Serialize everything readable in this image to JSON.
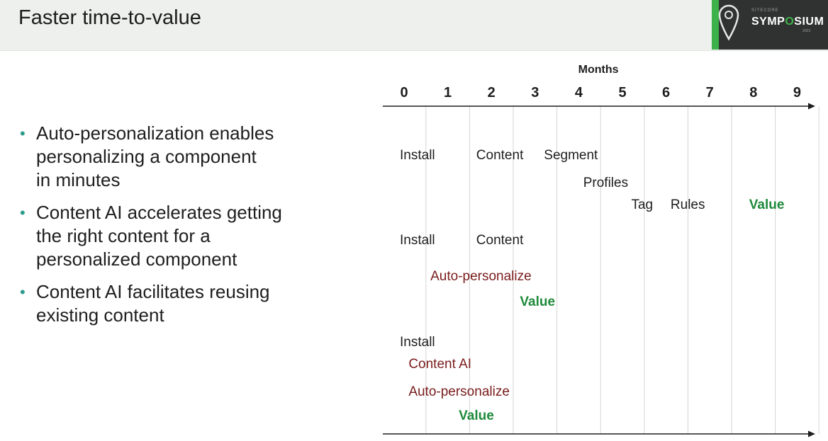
{
  "header": {
    "title": "Faster time-to-value",
    "logo_word_pre": "SYMP",
    "logo_word_o": "O",
    "logo_word_post": "SIUM",
    "logo_small_text": "SITECORE",
    "logo_year": "2023"
  },
  "bullets": [
    {
      "text": "Auto-personalization enables\npersonalizing a component\nin minutes"
    },
    {
      "text": "Content AI accelerates getting\nthe right content for a\npersonalized component"
    },
    {
      "text": "Content AI facilitates reusing\nexisting content"
    }
  ],
  "timeline": {
    "axis_title": "Months",
    "months": [
      "0",
      "1",
      "2",
      "3",
      "4",
      "5",
      "6",
      "7",
      "8",
      "9"
    ],
    "colors": {
      "default": "#1e1e1e",
      "accent": "#7a1c1c",
      "value": "#1f8a3c"
    },
    "rows": [
      {
        "label": "Install",
        "month": 0.0,
        "style": "default"
      },
      {
        "label": "Content",
        "month": 1.75,
        "style": "default"
      },
      {
        "label": "Segment",
        "month": 3.3,
        "style": "default"
      },
      {
        "label": "Profiles",
        "month": 4.2,
        "style": "default"
      },
      {
        "label": "Tag",
        "month": 5.3,
        "style": "default"
      },
      {
        "label": "Rules",
        "month": 6.2,
        "style": "default"
      },
      {
        "label": "Value",
        "month": 8.0,
        "style": "value"
      },
      {
        "label": "Install",
        "month": 0.0,
        "style": "default"
      },
      {
        "label": "Content",
        "month": 1.75,
        "style": "default"
      },
      {
        "label": "Auto-personalize",
        "month": 0.7,
        "style": "accent"
      },
      {
        "label": "Value",
        "month": 2.75,
        "style": "value"
      },
      {
        "label": "Install",
        "month": 0.0,
        "style": "default"
      },
      {
        "label": "Content AI",
        "month": 0.2,
        "style": "accent"
      },
      {
        "label": "Auto-personalize",
        "month": 0.2,
        "style": "accent"
      },
      {
        "label": "Value",
        "month": 1.35,
        "style": "value"
      }
    ]
  }
}
